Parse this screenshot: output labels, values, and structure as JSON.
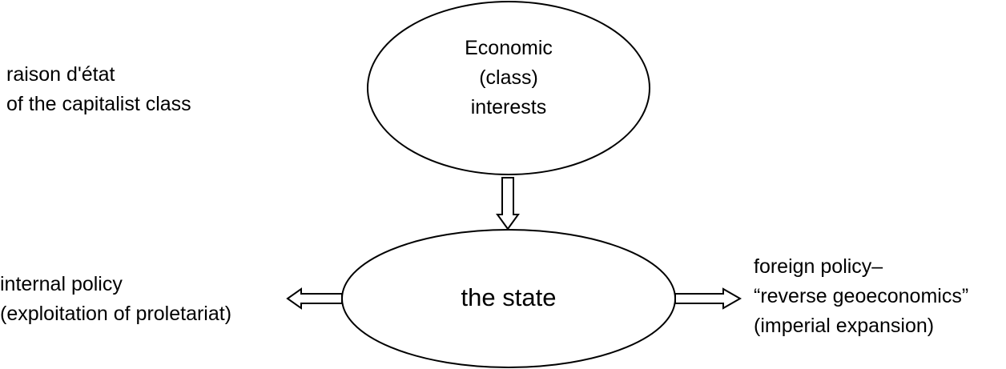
{
  "notes": {
    "raison_line1": "raison d'état",
    "raison_line2": "of the capitalist class"
  },
  "nodes": {
    "economic": {
      "line1": "Economic",
      "line2": "(class)",
      "line3": "interests"
    },
    "state": {
      "label": "the state"
    }
  },
  "outputs": {
    "internal": {
      "line1": "internal policy",
      "line2": "(exploitation of proletariat)"
    },
    "foreign": {
      "line1": "foreign policy–",
      "line2": "“reverse geoeconomics”",
      "line3": "(imperial expansion)"
    }
  },
  "colors": {
    "stroke": "#000000",
    "fill": "#ffffff",
    "text": "#000000"
  }
}
